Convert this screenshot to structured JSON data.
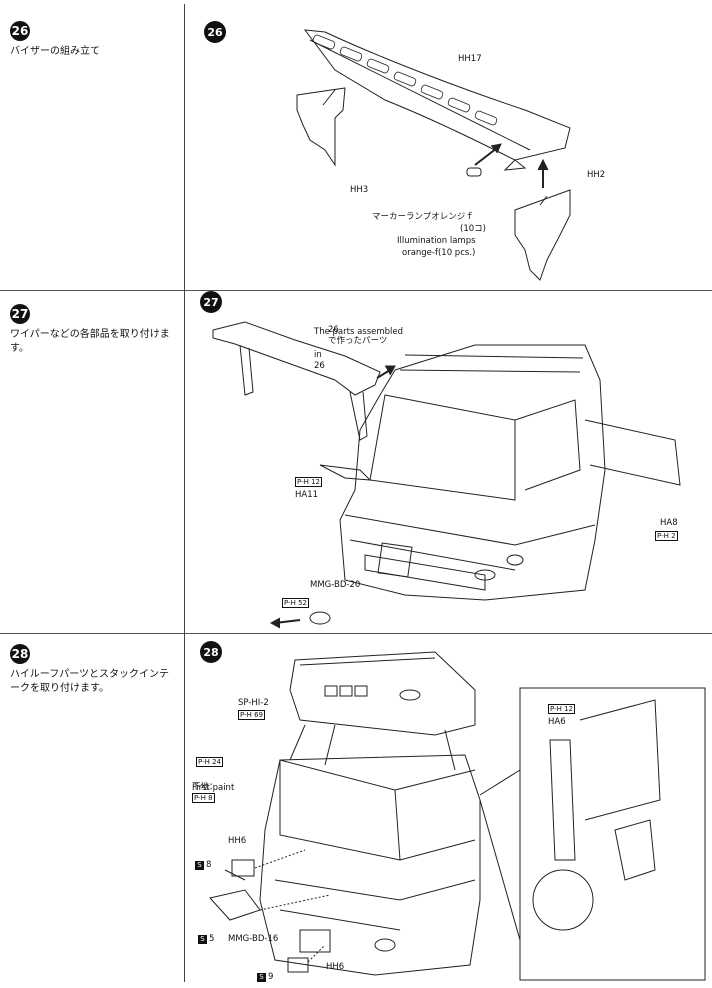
{
  "steps": [
    {
      "number": "26",
      "title": "バイザーの組み立て"
    },
    {
      "number": "27",
      "title": "ワイパーなどの各部品を取り付けます。"
    },
    {
      "number": "28",
      "title": "ハイルーフパーツとスタックインテークを取り付けます。"
    }
  ],
  "step26": {
    "badge": "26",
    "labels": {
      "hh17": "HH17",
      "hh3": "HH3",
      "hh2": "HH2",
      "marker_jp": "マーカーランプオレンジｆ",
      "marker_qty": "(10コ)",
      "marker_en1": "Illumination lamps",
      "marker_en2": "orange-f(10 pcs.)"
    }
  },
  "step27": {
    "badge": "27",
    "labels": {
      "made_in_jp": "で作ったパーツ",
      "made_in_ref": "26",
      "parts_en1": "The parts assembled",
      "parts_en2": "in",
      "parts_ref": "26",
      "ha11_page": "P-H 12",
      "ha11": "HA11",
      "ha8": "HA8",
      "ha8_page": "P-H 2"
    }
  },
  "step28": {
    "badge": "28",
    "labels": {
      "mmg20": "MMG-BD-20",
      "mmg20_page": "P-H 52",
      "sphi2": "SP-HI-2",
      "sphi2_page": "P-H 69",
      "page24": "P-H 24",
      "first_paint_jp": "下地：",
      "first_paint_page": "P-H 8",
      "first_paint_en": "First paint",
      "hh6_top": "HH6",
      "s8": "8",
      "s5": "5",
      "mmg16": "MMG-BD-16",
      "s9": "9",
      "hh6_bottom": "HH6",
      "inset_page": "P-H 12",
      "inset_part": "HA6"
    }
  }
}
